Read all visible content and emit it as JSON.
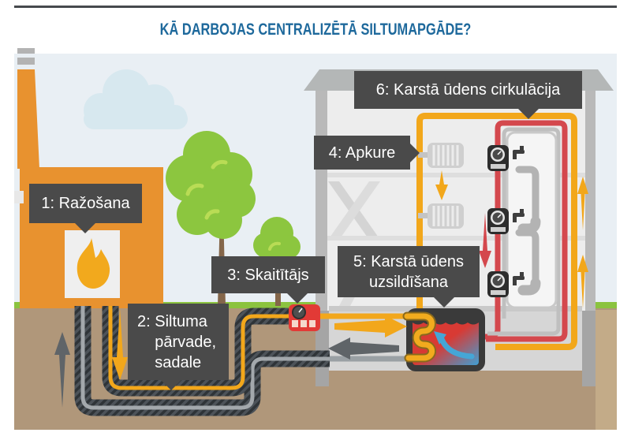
{
  "title": "KĀ DARBOJAS CENTRALIZĒTĀ SILTUMAPGĀDE?",
  "labels": {
    "production": "1: Ražošana",
    "transmission": "2: Siltuma\n    pārvade,\n    sadale",
    "meter": "3: Skaitītājs",
    "heating": "4: Apkure",
    "hot_water_heating": "5: Karstā ūdens\nuzsildīšana",
    "hot_water_circulation": "6: Karstā ūdens cirkulācija"
  },
  "icons": {
    "flame": "flame-icon",
    "cloud": "cloud-icon",
    "tree": "tree-icon",
    "radiator": "radiator-icon",
    "water_meter": "water-meter-icon",
    "faucet": "faucet-icon",
    "shower": "shower-icon",
    "gauge": "gauge-icon",
    "arrow_up": "arrow-up-icon",
    "arrow_down": "arrow-down-icon"
  },
  "colors": {
    "title_blue": "#1e699c",
    "label_bg": "#4a4a4a",
    "label_text": "#ffffff",
    "factory_orange": "#e8922f",
    "supply_yellow": "#f2a71b",
    "hot_red": "#d4484d",
    "cold_blue": "#45a6d6",
    "sky": "#e9eff4",
    "grass": "#8bc33f",
    "soil": "#b0977a",
    "pipe_insulation": "#2f3438",
    "building_gray": "#ededed"
  }
}
